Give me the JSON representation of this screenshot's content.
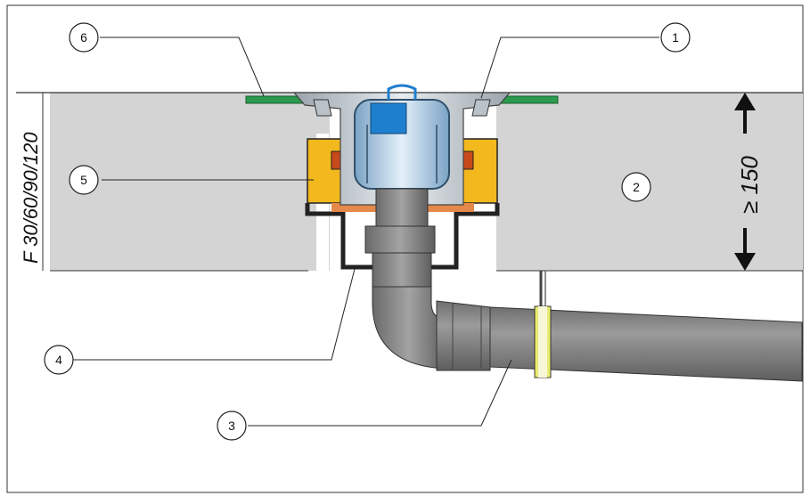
{
  "fire_rating": "F 30/60/90/120",
  "dimension": "≥ 150",
  "callouts": [
    {
      "id": "1",
      "label": "1"
    },
    {
      "id": "2",
      "label": "2"
    },
    {
      "id": "3",
      "label": "3"
    },
    {
      "id": "4",
      "label": "4"
    },
    {
      "id": "5",
      "label": "5"
    },
    {
      "id": "6",
      "label": "6"
    }
  ],
  "colors": {
    "slab": "#d4d4d4",
    "frame": "#222222",
    "membrane": "#2a9b4e",
    "intumescent": "#f2b81e",
    "pipe": "#8c8c8c",
    "trap": "#aac8e0",
    "cap": "#1f7fcf"
  }
}
